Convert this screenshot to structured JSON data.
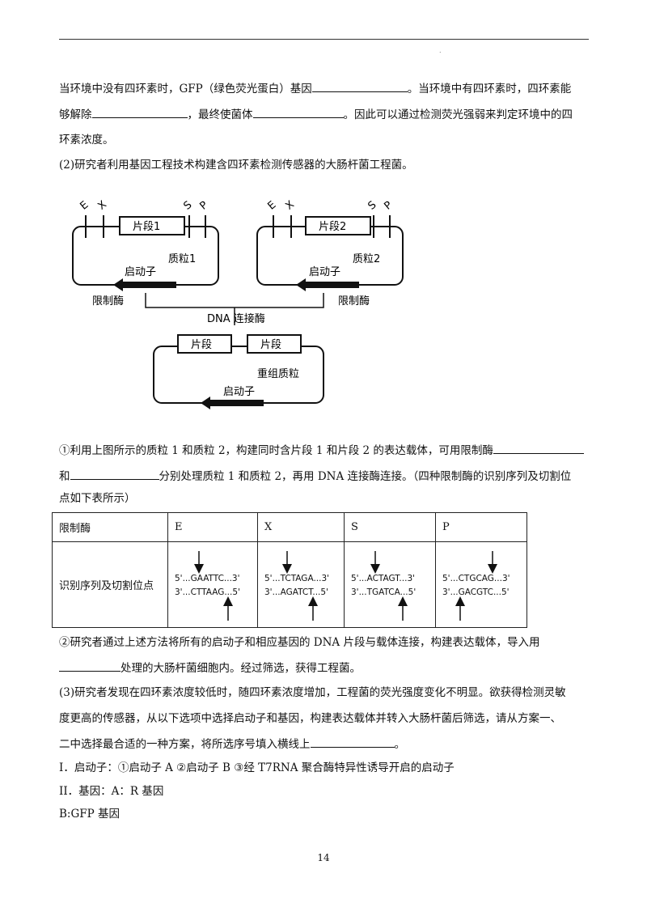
{
  "header": {
    "mark": "."
  },
  "paragraphs": {
    "p1a": "当环境中没有四环素时，GFP（绿色荧光蛋白）基因",
    "p1b": "。当环境中有四环素时，四环素能",
    "p2a": "够解除",
    "p2b": "，最终使菌体",
    "p2c": "。因此可以通过检测荧光强弱来判定环境中的四",
    "p3": "环素浓度。",
    "p4": "(2)研究者利用基因工程技术构建含四环素检测传感器的大肠杆菌工程菌。",
    "p5a": "①利用上图所示的质粒 1 和质粒 2，构建同时含片段 1 和片段 2 的表达载体，可用限制酶",
    "p6a": "和",
    "p6b": "分别处理质粒 1 和质粒 2，再用 DNA 连接酶连接。（四种限制酶的识别序列及切割位",
    "p7": "点如下表所示）",
    "p8": "②研究者通过上述方法将所有的启动子和相应基因的 DNA 片段与载体连接，构建表达载体，导入用",
    "p9b": "处理的大肠杆菌细胞内。经过筛选，获得工程菌。",
    "p10": "(3)研究者发现在四环素浓度较低时，随四环素浓度增加，工程菌的荧光强度变化不明显。欲获得检测灵敏",
    "p11": "度更高的传感器，从以下选项中选择启动子和基因，构建表达载体并转入大肠杆菌后筛选，请从方案一、",
    "p12a": "二中选择最合适的一种方案，将所选序号填入横线上",
    "p12b": "。",
    "p13": "I．启动子：①启动子 A ②启动子 B ③经 T7RNA 聚合酶特异性诱导开启的启动子",
    "p14": "II．基因：A：R 基因",
    "p15": "B:GFP 基因"
  },
  "diagram": {
    "plasmid1": {
      "site_labels": [
        "E",
        "X",
        "S",
        "P"
      ],
      "fragment": "片段1",
      "name": "质粒1",
      "promoter": "启动子"
    },
    "plasmid2": {
      "site_labels": [
        "E",
        "X",
        "S",
        "P"
      ],
      "fragment": "片段2",
      "name": "质粒2",
      "promoter": "启动子"
    },
    "enzyme1": "限制酶",
    "enzyme2": "限制酶",
    "ligase": "DNA 连接酶",
    "recombinant": {
      "fragment_a": "片段",
      "fragment_b": "片段",
      "name": "重组质粒",
      "promoter": "启动子"
    }
  },
  "table": {
    "row1_label": "限制酶",
    "row2_label": "识别序列及切割位点",
    "enzymes": [
      {
        "name": "E",
        "top": "5'...GAATTC...3'",
        "bottom": "3'...CTTAAG...5'"
      },
      {
        "name": "X",
        "top": "5'...TCTAGA...3'",
        "bottom": "3'...AGATCT...5'"
      },
      {
        "name": "S",
        "top": "5'...ACTAGT...3'",
        "bottom": "3'...TGATCA...5'"
      },
      {
        "name": "P",
        "top": "5'...CTGCAG...3'",
        "bottom": "3'...GACGTC...5'"
      }
    ]
  },
  "footer": {
    "page_number": "14"
  }
}
